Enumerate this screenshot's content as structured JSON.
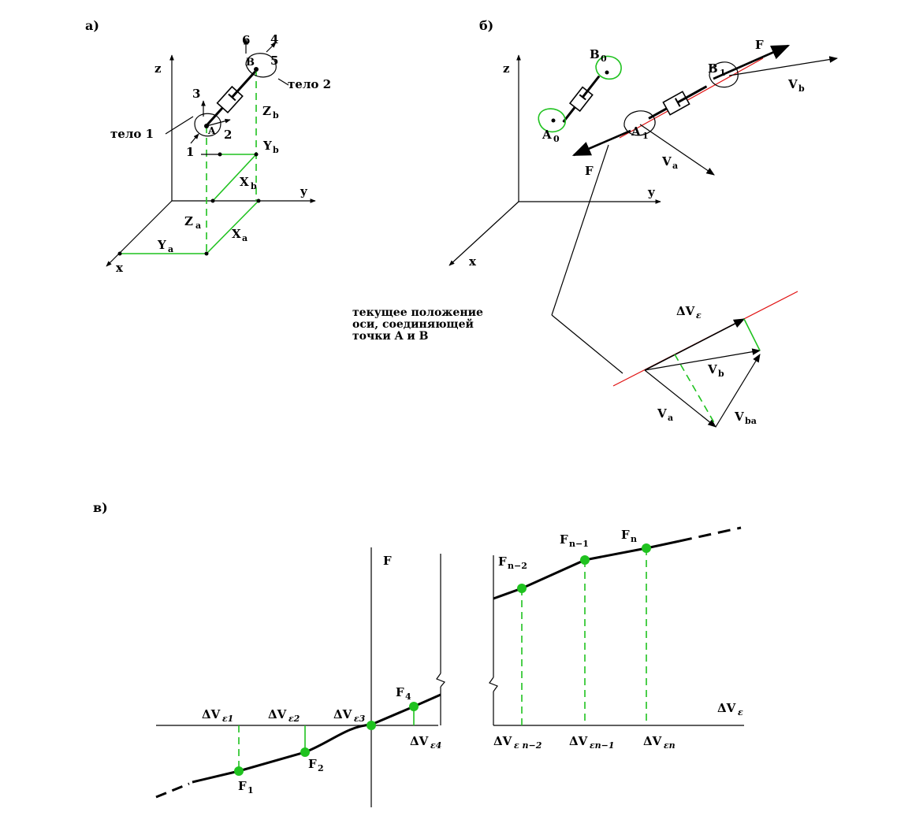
{
  "panels": {
    "a": {
      "marker": "а)",
      "axis_z": "z",
      "axis_y": "y",
      "axis_x": "x",
      "body1": "тело 1",
      "body2": "тело 2",
      "point_a": "A",
      "point_b": "B",
      "dof": [
        "1",
        "2",
        "3",
        "4",
        "5",
        "6"
      ],
      "coord_labels": {
        "zb": "Z",
        "zb_sub": "b",
        "yb": "Y",
        "yb_sub": "b",
        "xb": "X",
        "xb_sub": "b",
        "za": "Z",
        "za_sub": "a",
        "ya": "Y",
        "ya_sub": "a",
        "xa": "X",
        "xa_sub": "a"
      }
    },
    "b": {
      "marker": "б)",
      "axis_z": "z",
      "axis_y": "y",
      "axis_x": "x",
      "a0": "A",
      "a0_sub": "0",
      "b0": "B",
      "b0_sub": "0",
      "a1": "A",
      "a1_sub": "1",
      "b1": "B",
      "b1_sub": "1",
      "force_top": "F",
      "force_bottom": "F",
      "vb": "V",
      "vb_sub": "b",
      "va": "V",
      "va_sub": "a",
      "note_lines": [
        "текущее положение",
        "оси, соединяющей",
        "точки A и B"
      ],
      "inset": {
        "dv": "ΔV",
        "dv_sub": "ε",
        "vb": "V",
        "vb_sub": "b",
        "va": "V",
        "va_sub": "a",
        "vba": "V",
        "vba_sub": "ba"
      }
    },
    "c": {
      "marker": "в)",
      "axis_f": "F",
      "axis_dv": "ΔV",
      "axis_dv_sub": "ε",
      "left_ticks": [
        {
          "main": "ΔV",
          "sub": "ε1"
        },
        {
          "main": "ΔV",
          "sub": "ε2"
        },
        {
          "main": "ΔV",
          "sub": "ε3"
        },
        {
          "main": "ΔV",
          "sub": "ε4"
        }
      ],
      "left_points": [
        {
          "main": "F",
          "sub": "1"
        },
        {
          "main": "F",
          "sub": "2"
        },
        {
          "main": "F",
          "sub": "4"
        }
      ],
      "right_ticks": [
        {
          "main": "ΔV",
          "sub": "ε n−2"
        },
        {
          "main": "ΔV",
          "sub": "εn−1"
        },
        {
          "main": "ΔV",
          "sub": "εn"
        }
      ],
      "right_points": [
        {
          "main": "F",
          "sub": "n−2"
        },
        {
          "main": "F",
          "sub": "n−1"
        },
        {
          "main": "F",
          "sub": "n"
        }
      ]
    }
  },
  "colors": {
    "accent_green": "#1fc21f",
    "axis_red": "#e01010",
    "ink": "#000000"
  }
}
